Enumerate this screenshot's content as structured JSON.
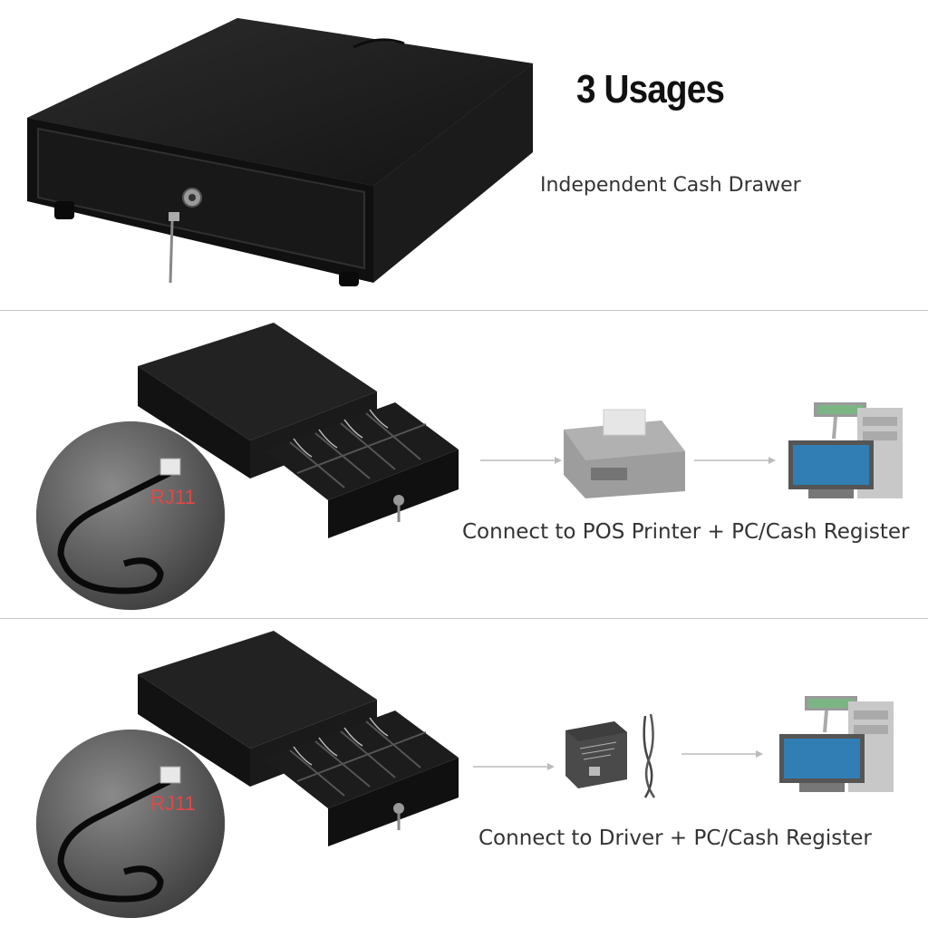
{
  "title": "3 Usages",
  "usages": [
    {
      "caption": "Independent Cash Drawer"
    },
    {
      "caption": "Connect to POS Printer + PC/Cash Register",
      "cable_label": "RJ11"
    },
    {
      "caption": "Connect to Driver + PC/Cash Register",
      "cable_label": "RJ11"
    }
  ],
  "colors": {
    "drawer": "#161616",
    "divider": "#c8c8c8",
    "cable_label": "#e04848",
    "screen": "#2a86c6"
  }
}
